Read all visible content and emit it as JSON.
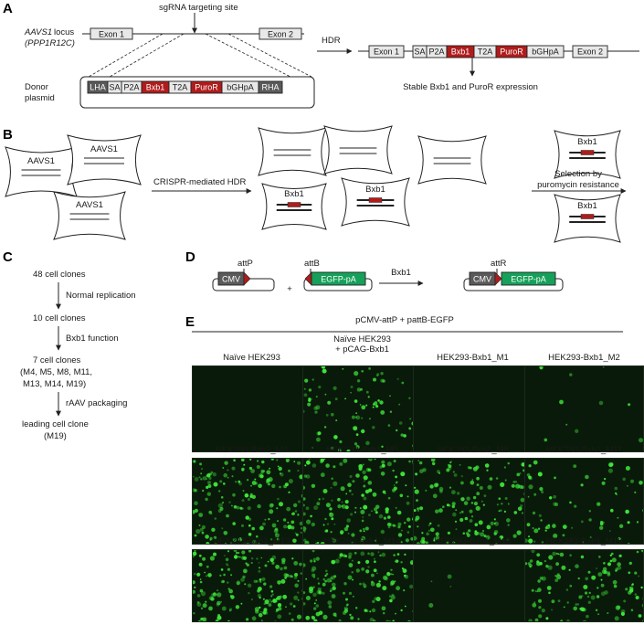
{
  "panelA": {
    "label": "A",
    "sgrna": "sgRNA targeting site",
    "locus_l1": "AAVS1",
    "locus_l1b": "locus",
    "locus_l2": "(PPP1R12C)",
    "exon1": "Exon 1",
    "exon2": "Exon 2",
    "donor_l1": "Donor",
    "donor_l2": "plasmid",
    "donor_parts": [
      "LHA",
      "SA",
      "P2A",
      "Bxb1",
      "T2A",
      "PuroR",
      "bGHpA",
      "RHA"
    ],
    "hdr": "HDR",
    "result_parts": [
      "Exon 1",
      "SA",
      "P2A",
      "Bxb1",
      "T2A",
      "PuroR",
      "bGHpA",
      "Exon 2"
    ],
    "stable": "Stable Bxb1 and PuroR expression"
  },
  "panelB": {
    "label": "B",
    "aavs1": "AAVS1",
    "crispr": "CRISPR-mediated HDR",
    "bxb1": "Bxb1",
    "selection_l1": "Selection by",
    "selection_l2": "puromycin resistance"
  },
  "panelC": {
    "label": "C",
    "steps": [
      "48 cell clones",
      "10 cell clones",
      "7 cell clones",
      "(M4, M5, M8, M11,",
      "M13, M14, M19)",
      "leading cell clone",
      "(M19)"
    ],
    "arrows": [
      "Normal replication",
      "Bxb1 function",
      "rAAV packaging"
    ]
  },
  "panelD": {
    "label": "D",
    "attP": "attP",
    "attB": "attB",
    "attR": "attR",
    "cmv": "CMV",
    "egfp": "EGFP-pA",
    "plus": "+",
    "bxb1": "Bxb1"
  },
  "panelE": {
    "label": "E",
    "header": "pCMV-attP + pattB-EGFP",
    "row1": [
      {
        "title": "Naïve HEK293",
        "title2": "",
        "intensity": 0.0
      },
      {
        "title": "Naïve HEK293",
        "title2": "+ pCAG-Bxb1",
        "intensity": 0.45
      },
      {
        "title": "HEK293-Bxb1_M1",
        "title2": "",
        "intensity": 0.0
      },
      {
        "title": "HEK293-Bxb1_M2",
        "title2": "",
        "intensity": 0.05
      }
    ],
    "row2": [
      {
        "title": "HEK293-Bxb1_M4",
        "intensity": 1.0
      },
      {
        "title": "HEK293-Bxb1_M5",
        "intensity": 0.85
      },
      {
        "title": "HEK293-Bxb1_M8",
        "intensity": 0.8
      },
      {
        "title": "HEK293-Bxb1_M11",
        "intensity": 0.35
      }
    ],
    "row3": [
      {
        "title": "HEK293-Bxb1_M13",
        "intensity": 1.0
      },
      {
        "title": "HEK293-Bxb1_M14",
        "intensity": 0.95
      },
      {
        "title": "HEK293-Bxb1_M16",
        "intensity": 0.03
      },
      {
        "title": "HEK293-Bxb1_M19",
        "intensity": 0.75
      }
    ]
  },
  "colors": {
    "bxb1_red": "#b01c1c",
    "puro_red": "#b01c1c",
    "egfp_green": "#16a05a",
    "grey_box": "#e8e8e8",
    "dark_box": "#5a5a5a",
    "micro_bg": "#0a1a0a",
    "cell_green": "#3ee83a"
  }
}
